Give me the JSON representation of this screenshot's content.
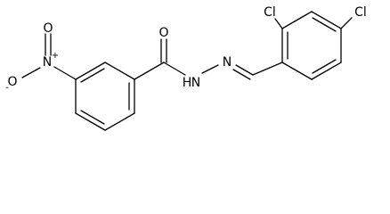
{
  "molecule": {
    "labels": {
      "carbonyl_oxygen": "O",
      "amide_nh": "H",
      "amide_n": "N",
      "imine_n": "N",
      "chlorine_ortho": "Cl",
      "chlorine_para": "Cl",
      "nitro_n": "N",
      "nitro_n_charge": "+",
      "nitro_o_top": "O",
      "nitro_o_left": "O",
      "nitro_o_charge": "-"
    }
  }
}
